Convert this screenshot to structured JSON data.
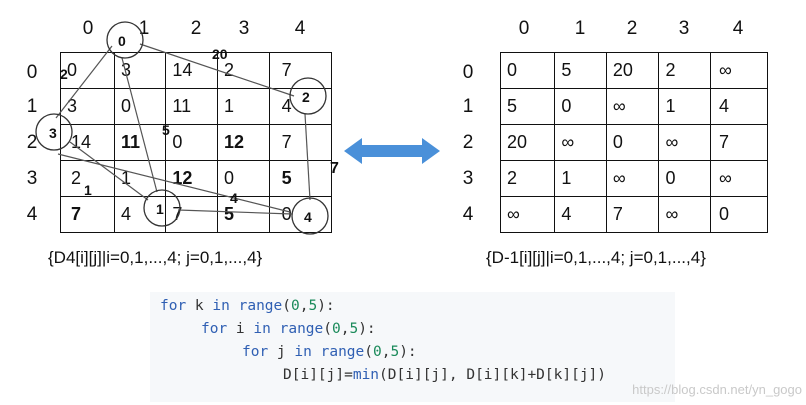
{
  "left": {
    "col_headers": [
      "0",
      "1",
      "2",
      "3",
      "4"
    ],
    "row_headers": [
      "0",
      "1",
      "2",
      "3",
      "4"
    ],
    "cells": [
      [
        "0",
        "3",
        "14",
        "2",
        "7"
      ],
      [
        "3",
        "0",
        "11",
        "1",
        "4"
      ],
      [
        "14",
        "11",
        "0",
        "12",
        "7"
      ],
      [
        "2",
        "1",
        "12",
        "0",
        "5"
      ],
      [
        "7",
        "4",
        "7",
        "5",
        "0"
      ]
    ],
    "caption": "{D4[i][j]|i=0,1,...,4; j=0,1,...,4}",
    "nodes": [
      "0",
      "1",
      "2",
      "3",
      "4"
    ],
    "edge_labels": [
      "20",
      "2",
      "5",
      "4",
      "1",
      "7"
    ]
  },
  "right": {
    "col_headers": [
      "0",
      "1",
      "2",
      "3",
      "4"
    ],
    "row_headers": [
      "0",
      "1",
      "2",
      "3",
      "4"
    ],
    "cells": [
      [
        "0",
        "5",
        "20",
        "2",
        "∞"
      ],
      [
        "5",
        "0",
        "∞",
        "1",
        "4"
      ],
      [
        "20",
        "∞",
        "0",
        "∞",
        "7"
      ],
      [
        "2",
        "1",
        "∞",
        "0",
        "∞"
      ],
      [
        "∞",
        "4",
        "7",
        "∞",
        "0"
      ]
    ],
    "caption": "{D-1[i][j]|i=0,1,...,4; j=0,1,...,4}"
  },
  "arrow": {
    "color": "#4a90d9"
  },
  "code": {
    "line1": {
      "kw_for": "for",
      "var": " k ",
      "kw_in": "in",
      "sp": " ",
      "fn": "range",
      "open": "(",
      "n0": "0",
      "comma": ",",
      "n5": "5",
      "close": "):"
    },
    "line2": {
      "kw_for": "for",
      "var": " i ",
      "kw_in": "in",
      "sp": " ",
      "fn": "range",
      "open": "(",
      "n0": "0",
      "comma": ",",
      "n5": "5",
      "close": "):"
    },
    "line3": {
      "kw_for": "for",
      "var": " j ",
      "kw_in": "in",
      "sp": " ",
      "fn": "range",
      "open": "(",
      "n0": "0",
      "comma": ",",
      "n5": "5",
      "close": "):"
    },
    "line4": {
      "lhs": "D[i][j]=",
      "fn": "min",
      "rhs": "(D[i][j], D[i][k]+D[k][j])"
    }
  },
  "watermark": "https://blog.csdn.net/yn_gogo"
}
